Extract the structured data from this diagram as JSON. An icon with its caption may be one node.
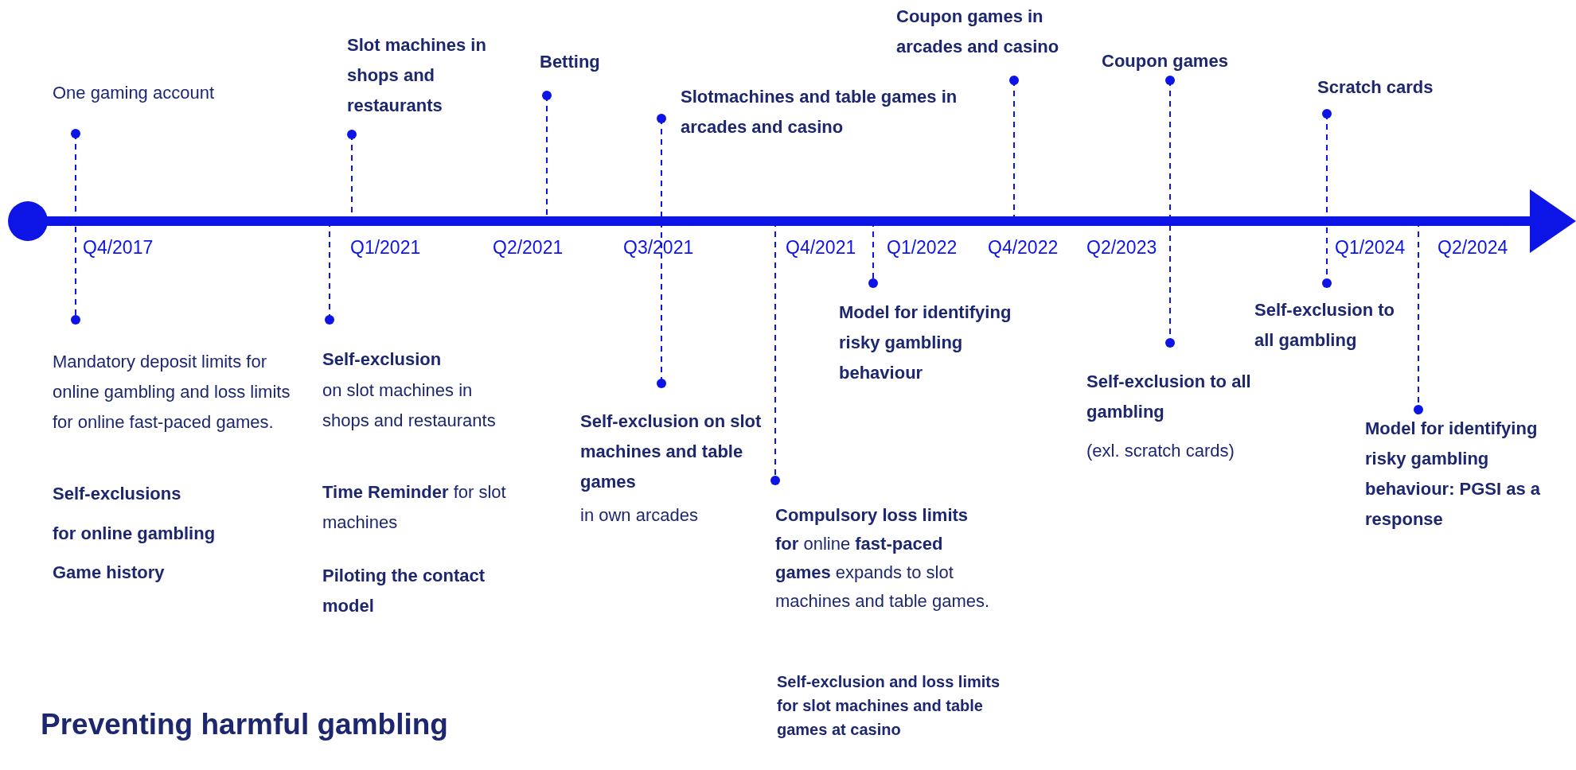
{
  "diagram": {
    "title": "Preventing harmful gambling",
    "labels": [
      "One gaming account",
      "Q4/2017",
      "Mandatory deposit limits for online gambling and loss limits for online fast-paced games.",
      "Self-exclusions",
      "for online gambling",
      "Game history",
      "Slot machines in shops and restaurants",
      "Q1/2021",
      "Self-exclusion",
      "on slot machines in shops and restaurants",
      "**Time Reminder** for slot machines",
      "Piloting the contact model",
      "Betting",
      "Q2/2021",
      "Slotmachines and table games in arcades and casino",
      "Q3/2021",
      "Self-exclusion on slot machines and table games",
      "in own arcades",
      "Q4/2021",
      "**Compulsory loss limits for** online **fast-paced games** expands to slot machines and table games.",
      "Self-exclusion and loss limits for slot machines and table games at casino",
      "Q1/2022",
      "Model for identifying risky gambling behaviour",
      "Coupon games in arcades and casino",
      "Q4/2022",
      "Coupon games",
      "Q2/2023",
      "Self-exclusion to all gambling",
      "(exl. scratch cards)",
      "Scratch cards",
      "Q1/2024",
      "Self-exclusion to all gambling",
      "Q2/2024",
      "Model for identifying risky gambling behaviour: PGSI as a response"
    ]
  }
}
